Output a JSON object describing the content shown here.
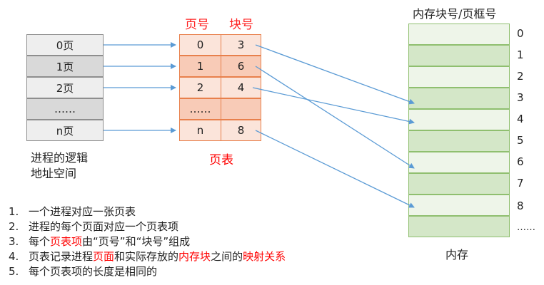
{
  "logical": {
    "pages": [
      "0页",
      "1页",
      "2页",
      "……",
      "n页"
    ],
    "caption_line1": "进程的逻辑",
    "caption_line2": "地址空间"
  },
  "page_table": {
    "header_page": "页号",
    "header_block": "块号",
    "rows": [
      {
        "page": "0",
        "block": "3"
      },
      {
        "page": "1",
        "block": "6"
      },
      {
        "page": "2",
        "block": "4"
      },
      {
        "page": "……",
        "block": ""
      },
      {
        "page": "n",
        "block": "8"
      }
    ],
    "caption": "页表"
  },
  "memory": {
    "title": "内存块号/页框号",
    "block_numbers": [
      "0",
      "1",
      "2",
      "3",
      "4",
      "5",
      "6",
      "7",
      "8"
    ],
    "ellipsis": "……",
    "caption": "内存"
  },
  "notes": [
    {
      "num": "1.",
      "parts": [
        {
          "t": "一个进程对应一张页表",
          "red": false
        }
      ]
    },
    {
      "num": "2.",
      "parts": [
        {
          "t": "进程的每个页面对应一个页表项",
          "red": false
        }
      ]
    },
    {
      "num": "3.",
      "parts": [
        {
          "t": "每个",
          "red": false
        },
        {
          "t": "页表项",
          "red": true
        },
        {
          "t": "由“页号”和“块号”组成",
          "red": false
        }
      ]
    },
    {
      "num": "4.",
      "parts": [
        {
          "t": "页表记录进程",
          "red": false
        },
        {
          "t": "页面",
          "red": true
        },
        {
          "t": "和实际存放的",
          "red": false
        },
        {
          "t": "内存块",
          "red": true
        },
        {
          "t": "之间的",
          "red": false
        },
        {
          "t": "映射关系",
          "red": true
        }
      ]
    },
    {
      "num": "5.",
      "parts": [
        {
          "t": "每个页表项的长度是相同的",
          "red": false
        }
      ]
    }
  ],
  "colors": {
    "arrow": "#5b9bd5",
    "accent_red": "#ff0000"
  }
}
